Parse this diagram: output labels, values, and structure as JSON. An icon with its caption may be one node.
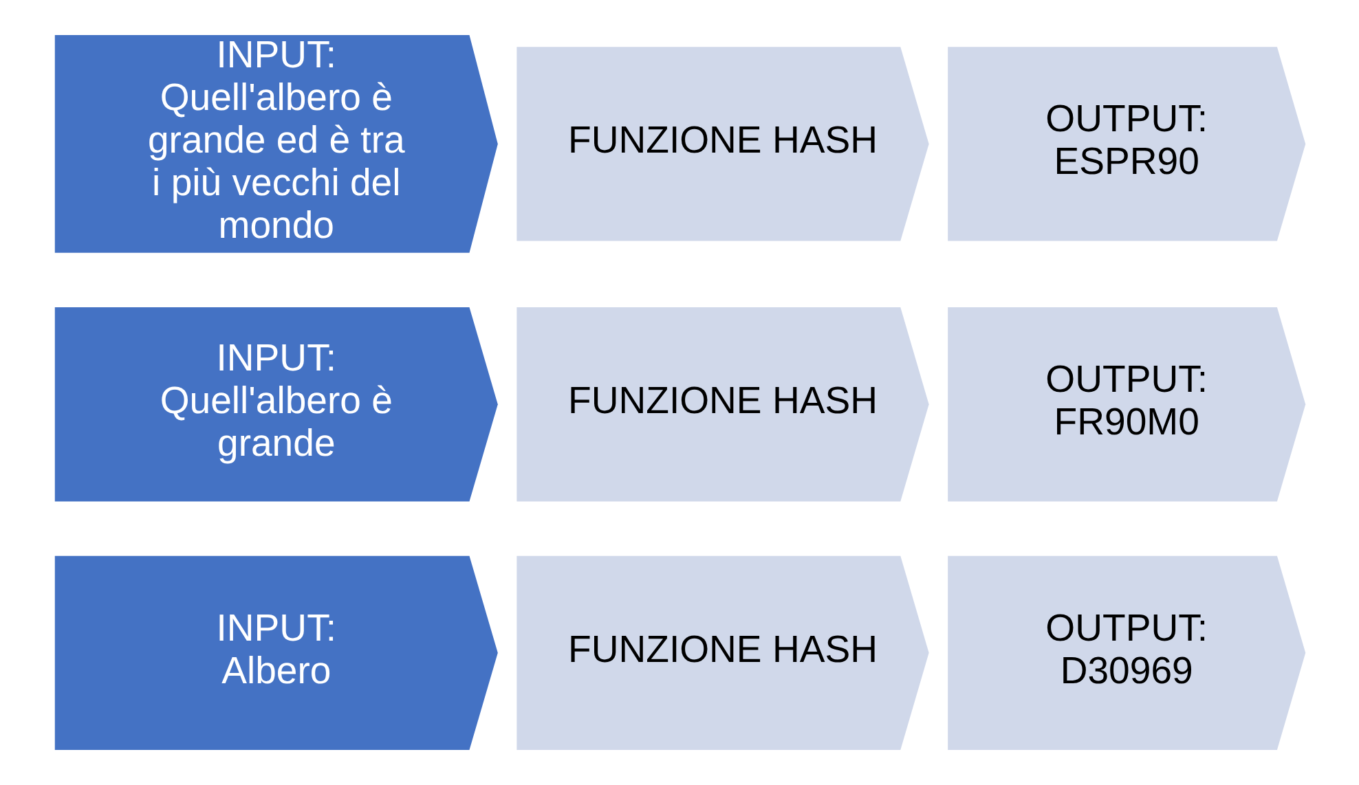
{
  "diagram": {
    "nodes": [
      {
        "text": [
          "INPUT:",
          "Albero"
        ]
      },
      {
        "text": [
          "FUNZIONE HASH"
        ]
      },
      {
        "text": [
          "OUTPUT:",
          "D30969"
        ]
      },
      {
        "text": [
          "INPUT:",
          "Quell'albero è grande"
        ]
      },
      {
        "text": [
          "FUNZIONE HASH"
        ]
      },
      {
        "text": [
          "OUTPUT:",
          "FR90M0"
        ]
      },
      {
        "text": [
          "INPUT:",
          "Quell'albero è grande ed è tra i più vecchi del mondo"
        ]
      },
      {
        "text": [
          "FUNZIONE HASH"
        ]
      },
      {
        "text": [
          "OUTPUT:",
          "ESPR90"
        ]
      }
    ]
  }
}
